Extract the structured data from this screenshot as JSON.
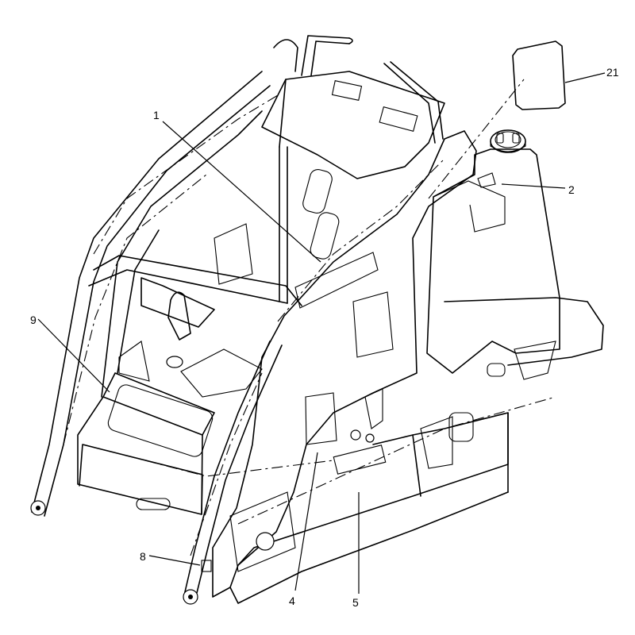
{
  "callouts": [
    {
      "id": "1",
      "label": "1"
    },
    {
      "id": "2",
      "label": "2"
    },
    {
      "id": "4",
      "label": "4"
    },
    {
      "id": "5",
      "label": "5"
    },
    {
      "id": "8",
      "label": "8"
    },
    {
      "id": "9",
      "label": "9"
    },
    {
      "id": "21",
      "label": "21"
    }
  ]
}
